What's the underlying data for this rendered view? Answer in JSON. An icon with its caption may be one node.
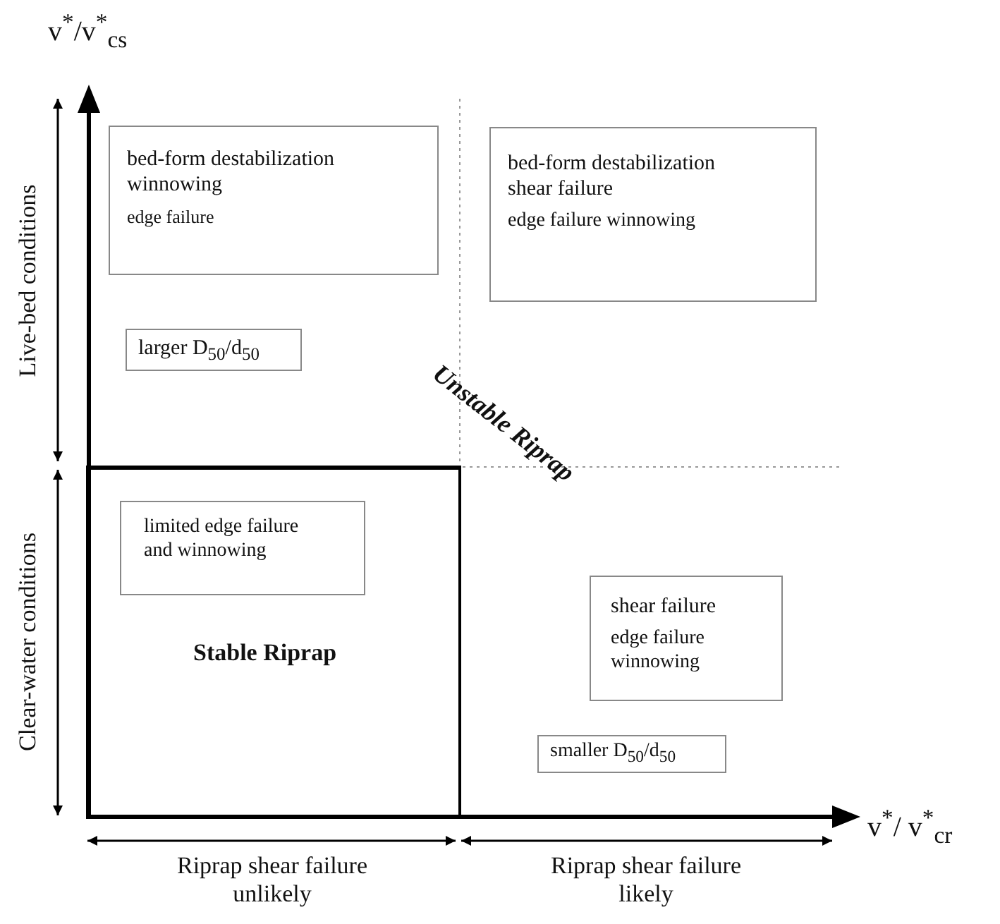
{
  "diagram": {
    "nodes": [
      {
        "text": [
          "bed-form destabilization winnowing",
          "edge failure"
        ]
      },
      {
        "text": [
          "bed-form destabilization shear failure",
          "edge failure winnowing"
        ]
      },
      {
        "text": [
          "larger D$_{50}$/d$_{50}$"
        ]
      },
      {
        "text": [
          "Stable Riprap"
        ]
      },
      {
        "text": [
          "limited edge failure and winnowing"
        ],
        "in": 3
      },
      {
        "text": [
          "shear failure",
          "edge failure winnowing"
        ]
      },
      {
        "text": [
          "smaller D$_{50}$/d$_{50}$"
        ]
      }
    ],
    "labels": [
      "v$^{*}$/v$^{*}$$_{cs}$",
      "Live-bed conditions",
      "Unstable Riprap",
      "Clear-water conditions",
      "v$^{*}$/ v$^{*}$$_{cr}$",
      "Riprap shear failure unlikely",
      "Riprap shear failure likely"
    ]
  }
}
